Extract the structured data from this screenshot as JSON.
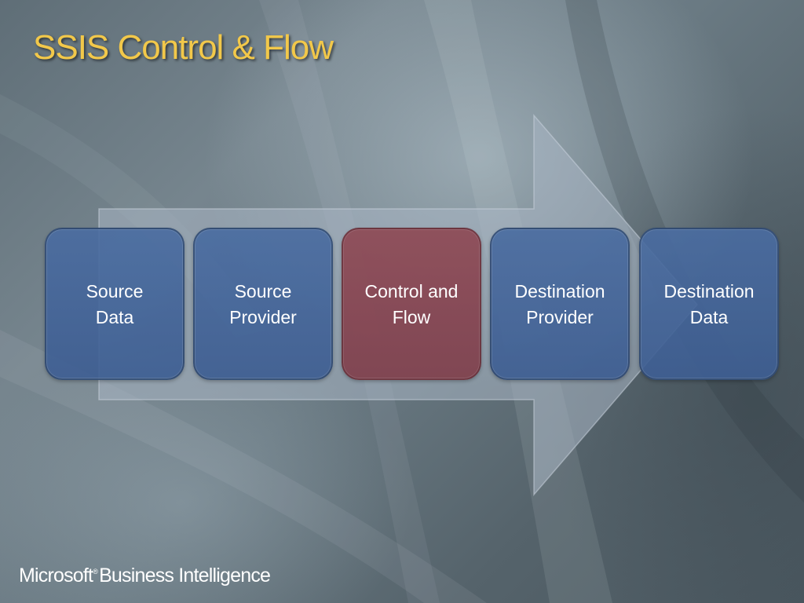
{
  "slide": {
    "title": "SSIS Control & Flow"
  },
  "flow": {
    "steps": [
      {
        "label": "Source\nData",
        "color": "#4a6ca0",
        "highlighted": false
      },
      {
        "label": "Source\nProvider",
        "color": "#4a6ca0",
        "highlighted": false
      },
      {
        "label": "Control and\nFlow",
        "color": "#8e4c58",
        "highlighted": true
      },
      {
        "label": "Destination\nProvider",
        "color": "#4a6ca0",
        "highlighted": false
      },
      {
        "label": "Destination\nData",
        "color": "#4a6ca0",
        "highlighted": false
      }
    ]
  },
  "footer": {
    "brand_name": "Microsoft",
    "trademark": "®",
    "product": "Business Intelligence"
  },
  "colors": {
    "title": "#f2c84a",
    "step_blue": "#4a6ca0",
    "step_red": "#8e4c58",
    "arrow": "#a9b6c4"
  }
}
